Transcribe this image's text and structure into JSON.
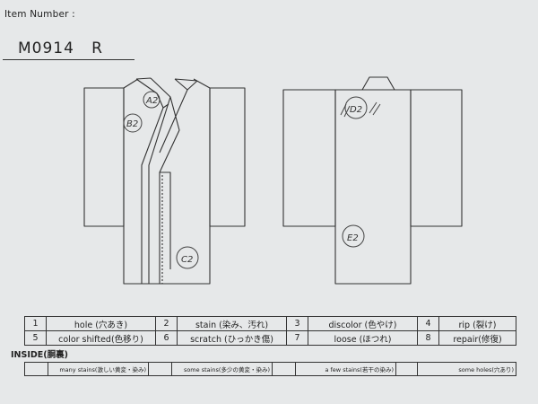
{
  "header": {
    "item_label": "Item Number :",
    "item_number": "M0914   R"
  },
  "marks": {
    "front": [
      "A2",
      "B2",
      "C2"
    ],
    "back": [
      "D2",
      "E2"
    ]
  },
  "legend": [
    [
      {
        "num": "1",
        "label": "hole (穴あき)"
      },
      {
        "num": "2",
        "label": "stain (染み、汚れ)"
      },
      {
        "num": "3",
        "label": "discolor (色やけ)"
      },
      {
        "num": "4",
        "label": "rip (裂け)"
      }
    ],
    [
      {
        "num": "5",
        "label": "color shifted(色移り)"
      },
      {
        "num": "6",
        "label": "scratch (ひっかき傷)"
      },
      {
        "num": "7",
        "label": "loose (ほつれ)"
      },
      {
        "num": "8",
        "label": "repair(修復)"
      }
    ]
  ],
  "inside": {
    "title": "INSIDE(胴裏)",
    "items": [
      "many stains(激しい黄変・染み)",
      "some stains(多少の黄変・染み)",
      "a few stains(若干の染み)",
      "some holes(穴あり)"
    ]
  }
}
